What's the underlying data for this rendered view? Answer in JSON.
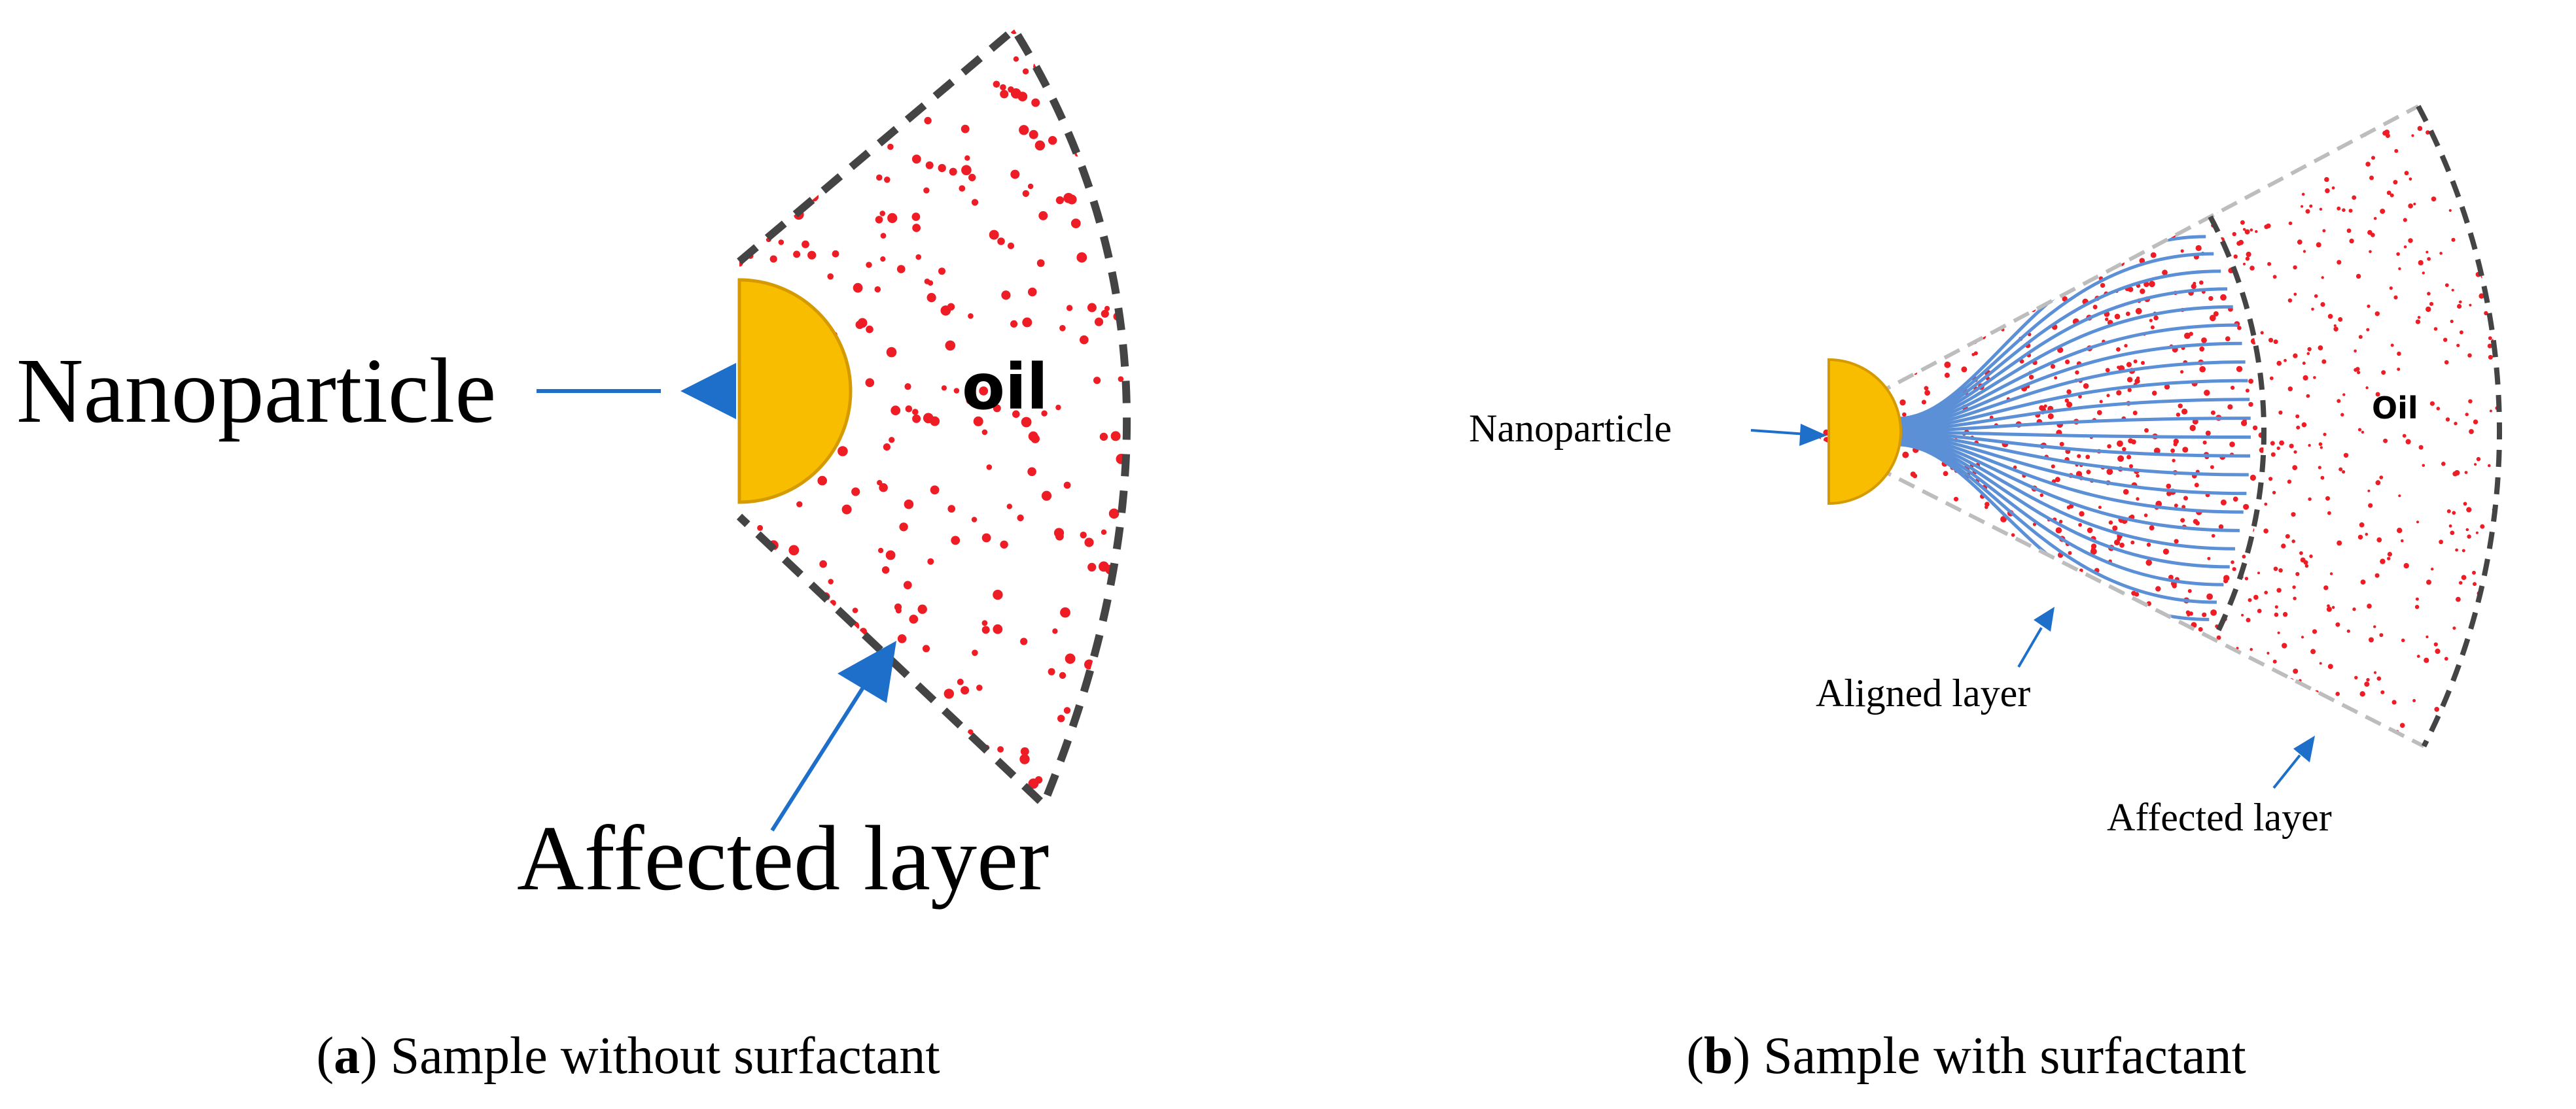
{
  "panel_a": {
    "particle_label": "Nanoparticle",
    "medium_label": "oil",
    "layer_label": "Affected layer",
    "caption_letter": "a",
    "caption_text": "Sample without surfactant"
  },
  "panel_b": {
    "particle_label": "Nanoparticle",
    "medium_label": "Oil",
    "aligned_label": "Aligned layer",
    "layer_label": "Affected layer",
    "caption_letter": "b",
    "caption_text": "Sample with surfactant"
  },
  "colors": {
    "particle": "#f9bd00",
    "particle_edge": "#d49a00",
    "dots": "#ee1c24",
    "arrow": "#1e6fc9",
    "strands": "#5b8fd6",
    "dashed_dark": "#444444",
    "dashed_light": "#bdbdbd"
  }
}
